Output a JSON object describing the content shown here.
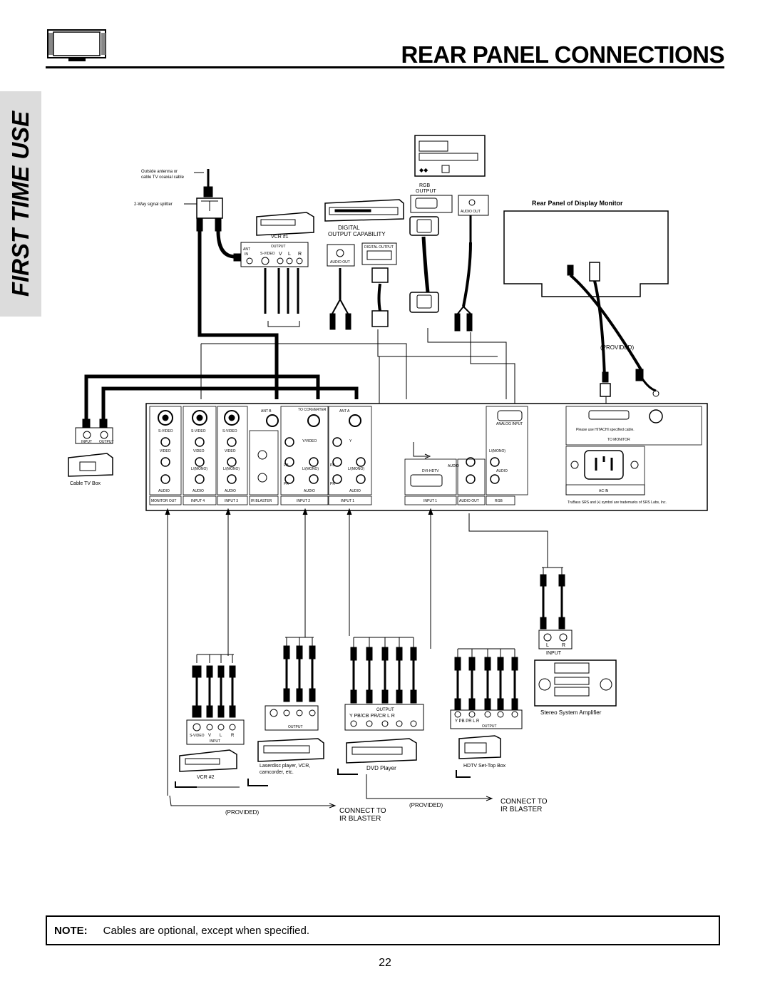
{
  "header": {
    "title": "REAR PANEL CONNECTIONS",
    "side_tab": "FIRST TIME USE"
  },
  "diagram": {
    "antenna": "Outside antenna or",
    "antenna2": "cable TV coaxial cable",
    "splitter": "2-Way signal splitter",
    "vcr1": "VCR #1",
    "vcr1_ant": "ANT",
    "vcr1_in": "IN",
    "vcr1_output": "OUTPUT",
    "vcr1_svideo": "S-VIDEO",
    "v": "V",
    "l": "L",
    "r": "R",
    "digital": "DIGITAL",
    "output_capability": "OUTPUT CAPABILITY",
    "digital_output": "DIGITAL OUTPUT",
    "audio_out": "AUDIO OUT",
    "rgb": "RGB",
    "rgb_output": "OUTPUT",
    "monitor_title": "Rear Panel of Display Monitor",
    "provided": "(PROVIDED)",
    "cable_box": "Cable TV Box",
    "input": "INPUT",
    "output": "OUTPUT",
    "panel": {
      "ant_b": "ANT B",
      "to_converter": "TO CONVERTER",
      "ant_a": "ANT A",
      "analog_input": "ANALOG INPUT",
      "svideo": "S-VIDEO",
      "video": "VIDEO",
      "y_video": "Y/VIDEO",
      "y": "Y",
      "l_mono": "L/(MONO)",
      "audio": "AUDIO",
      "dvi_hdtv": "DVI-HDTV",
      "pb": "PB",
      "pr": "PR",
      "monitor_out": "MONITOR OUT",
      "input4": "INPUT 4",
      "input3": "INPUT 3",
      "ir_blaster": "IR BLASTER",
      "input2": "INPUT 2",
      "input1": "INPUT 1",
      "audio_out": "AUDIO OUT",
      "rgb": "RGB",
      "hitachi_cable": "Please use HITACHI specified cable.",
      "to_monitor": "TO MONITOR",
      "ac_in": "AC IN",
      "trubass": "TruBass SRS and (•) symbol are trademarks of SRS Labs, Inc."
    },
    "vcr2": "VCR #2",
    "laserdisc": "Laserdisc player, VCR,",
    "laserdisc2": "camcorder, etc.",
    "dvd": "DVD Player",
    "dvd_output_labels": "Y   PB/CB  PR/CR  L   R",
    "hdtv_box": "HDTV Set-Top Box",
    "hdtv_labels": "Y     PB    PR    L    R",
    "stereo": "Stereo System Amplifier",
    "connect_ir": "CONNECT TO",
    "connect_ir2": "IR BLASTER",
    "provided_bottom": "(PROVIDED)"
  },
  "note": {
    "label": "NOTE:",
    "text": "Cables are optional, except when specified."
  },
  "page_number": "22"
}
